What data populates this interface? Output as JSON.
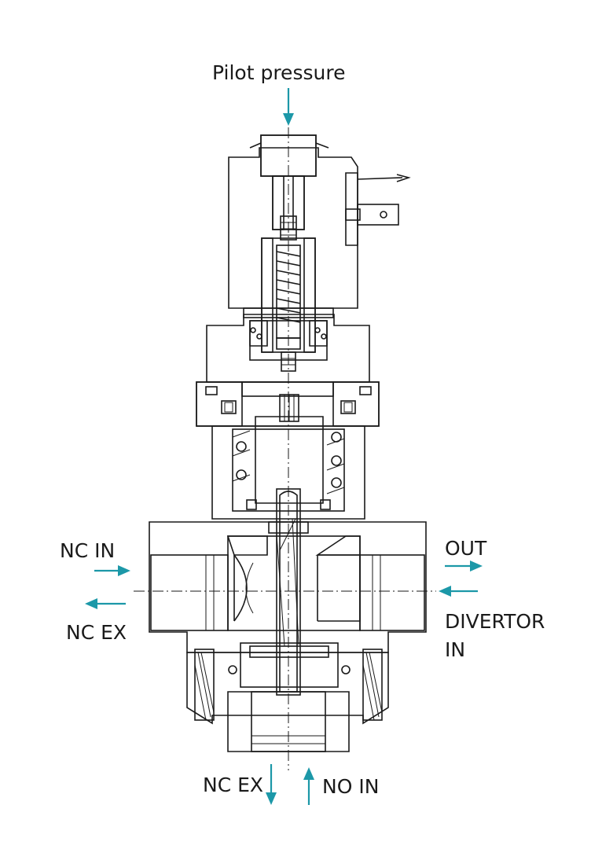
{
  "labels": {
    "pilot_pressure": "Pilot pressure",
    "nc_in": "NC IN",
    "nc_ex_left": "NC EX",
    "out": "OUT",
    "divertor_line1": "DIVERTOR",
    "divertor_line2": "IN",
    "nc_ex_bottom": "NC EX",
    "no_in": "NO IN"
  },
  "colors": {
    "arrow": "#1c98a8",
    "line": "#1a1a1a",
    "background": "#ffffff"
  }
}
